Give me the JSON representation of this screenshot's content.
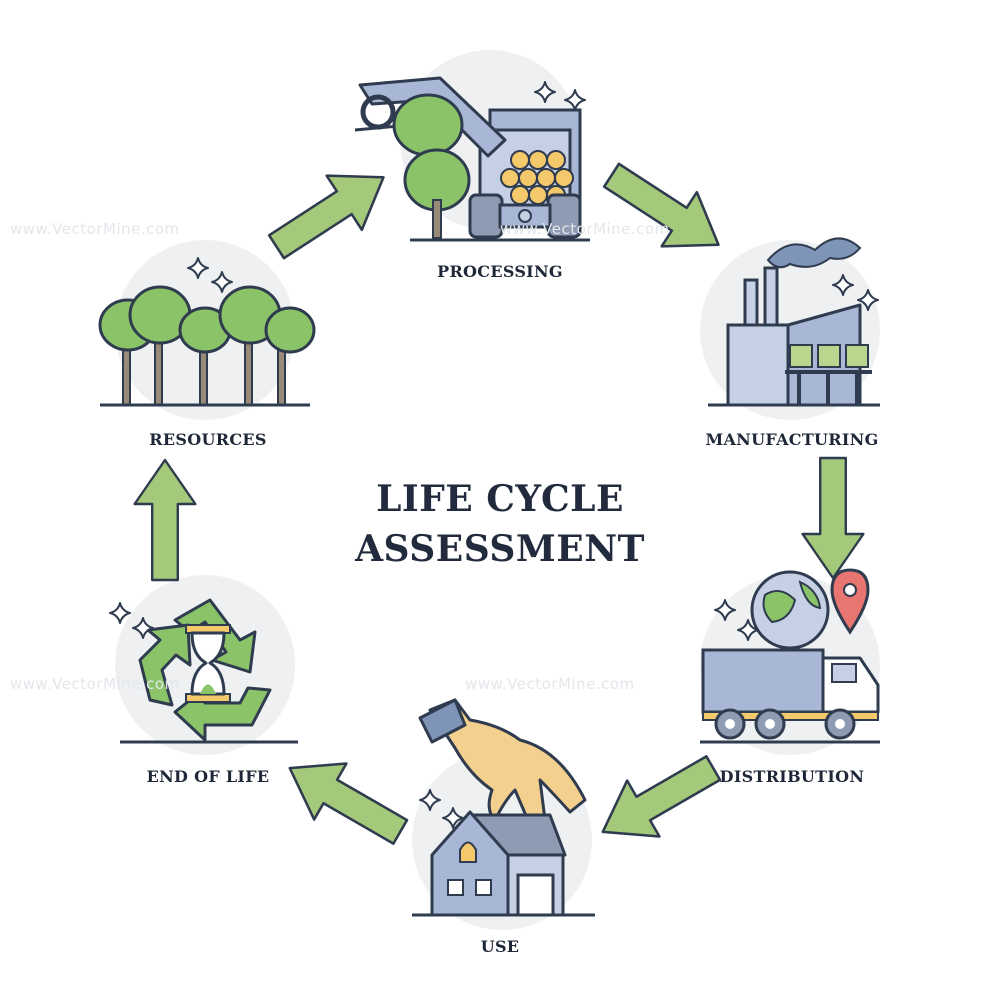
{
  "title": {
    "line1": "LIFE CYCLE",
    "line2": "ASSESSMENT"
  },
  "stages": [
    {
      "id": "processing",
      "label": "PROCESSING",
      "icon": "harvester-icon"
    },
    {
      "id": "manufacturing",
      "label": "MANUFACTURING",
      "icon": "factory-icon"
    },
    {
      "id": "distribution",
      "label": "DISTRIBUTION",
      "icon": "truck-globe-icon"
    },
    {
      "id": "use",
      "label": "USE",
      "icon": "hand-house-icon"
    },
    {
      "id": "end_of_life",
      "label": "END OF LIFE",
      "icon": "recycle-hourglass-icon"
    },
    {
      "id": "resources",
      "label": "RESOURCES",
      "icon": "forest-icon"
    }
  ],
  "watermark": "www.VectorMine.com",
  "colors": {
    "arrow_fill": "#a5c97a",
    "arrow_stroke": "#2f3b4e",
    "circle_bg": "#eef0f2",
    "tree_green": "#8bc468",
    "machine_blue": "#a9b7d6",
    "title": "#222b3d"
  }
}
